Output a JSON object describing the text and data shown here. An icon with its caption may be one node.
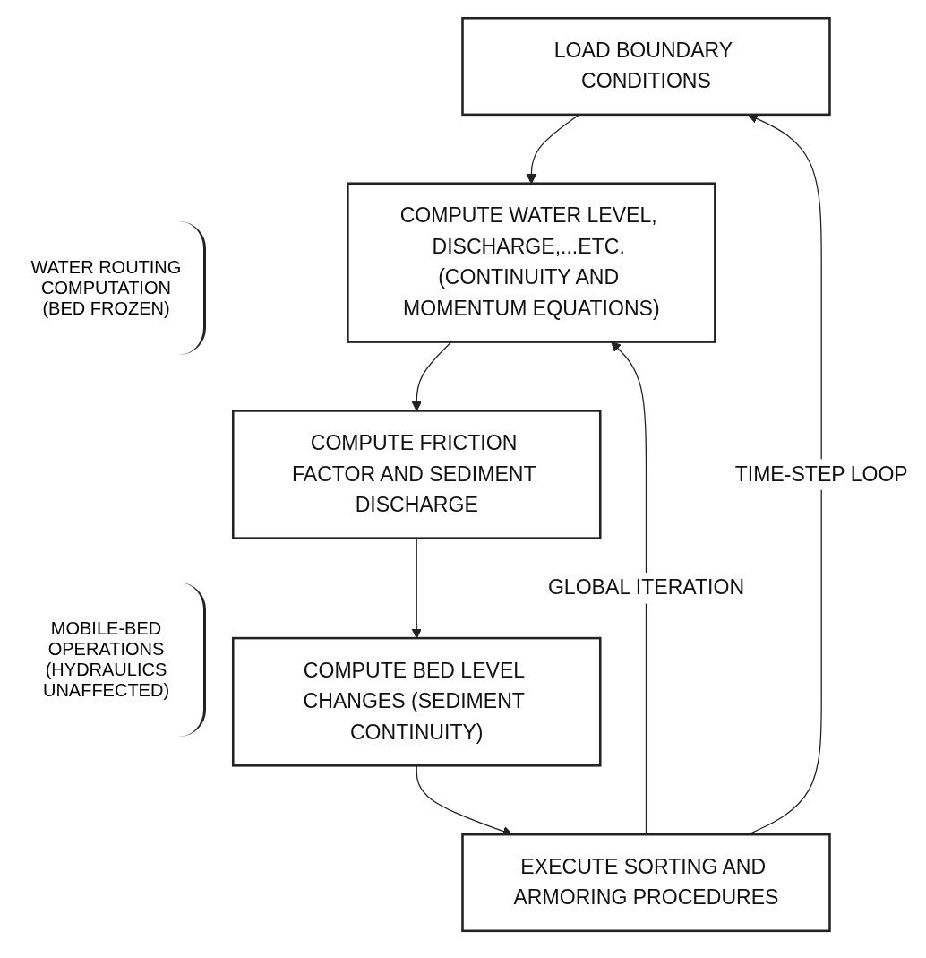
{
  "diagram": {
    "nodes": [
      {
        "text": [
          "LOAD BOUNDARY CONDITIONS"
        ]
      },
      {
        "text": [
          "COMPUTE WATER LEVEL, DISCHARGE,...ETC. (CONTINUITY AND MOMENTUM EQUATIONS)"
        ]
      },
      {
        "text": [
          "COMPUTE FRICTION FACTOR AND SEDIMENT DISCHARGE"
        ]
      },
      {
        "text": [
          "COMPUTE BED LEVEL CHANGES (SEDIMENT CONTINUITY)"
        ]
      },
      {
        "text": [
          "EXECUTE SORTING AND ARMORING PROCEDURES"
        ]
      }
    ],
    "edges": [
      {
        "from": 0,
        "to": 1,
        "arrow": "to"
      },
      {
        "from": 1,
        "to": 2,
        "arrow": "to"
      },
      {
        "from": 2,
        "to": 3,
        "arrow": "to"
      },
      {
        "from": 3,
        "to": 4,
        "arrow": "to"
      },
      {
        "from": 4,
        "to": 1,
        "arrow": "to",
        "label": "GLOBAL ITERATION"
      },
      {
        "from": 4,
        "to": 0,
        "arrow": "to",
        "label": "TIME-STEP LOOP"
      }
    ],
    "labels": [
      "WATER ROUTING COMPUTATION (BED FROZEN)",
      "MOBILE-BED OPERATIONS (HYDRAULICS UNAFFECTED)"
    ]
  }
}
